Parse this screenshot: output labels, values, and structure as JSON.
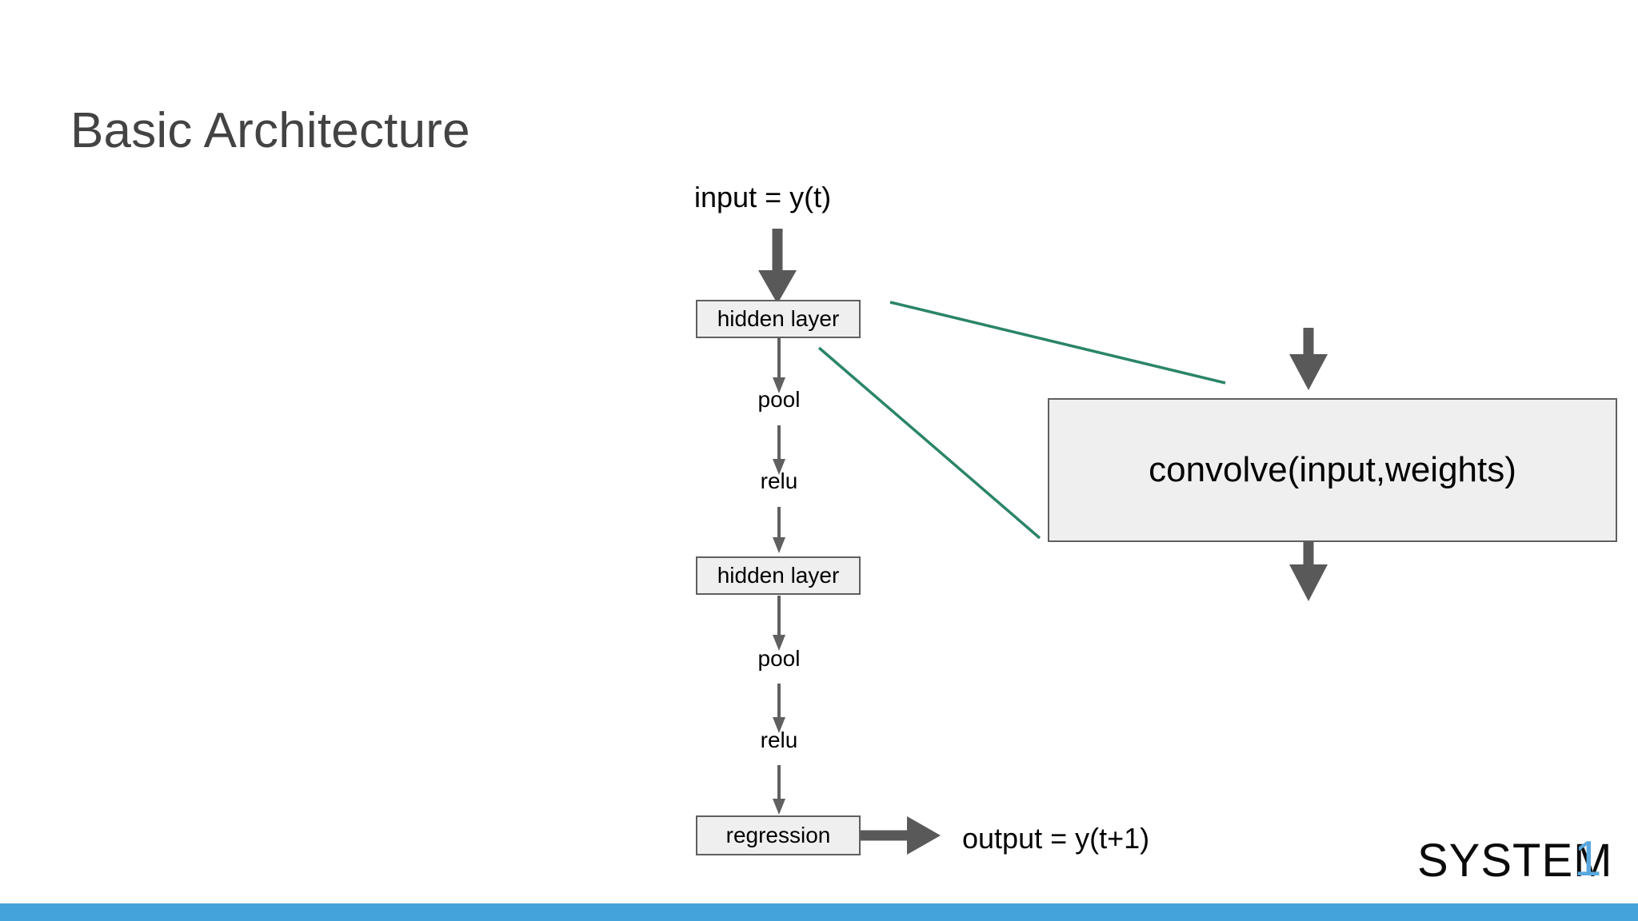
{
  "slide": {
    "title": "Basic Architecture",
    "background": "#ffffff"
  },
  "colors": {
    "title_text": "#434343",
    "box_fill": "#efefef",
    "box_border": "#5f5f5f",
    "thick_arrow": "#595959",
    "thin_arrow": "#606060",
    "connector_green": "#2a8566",
    "bottom_bar_blue": "#45a3dc",
    "logo_black": "#0b0b0b",
    "logo_blue": "#5aa7dd"
  },
  "diagram": {
    "input_label": "input = y(t)",
    "output_label": "output = y(t+1)",
    "pipeline": [
      {
        "id": "hidden-layer-1",
        "label": "hidden layer",
        "kind": "box"
      },
      {
        "id": "pool-1",
        "label": "pool",
        "kind": "text"
      },
      {
        "id": "relu-1",
        "label": "relu",
        "kind": "text"
      },
      {
        "id": "hidden-layer-2",
        "label": "hidden layer",
        "kind": "box"
      },
      {
        "id": "pool-2",
        "label": "pool",
        "kind": "text"
      },
      {
        "id": "relu-2",
        "label": "relu",
        "kind": "text"
      },
      {
        "id": "regression",
        "label": "regression",
        "kind": "box"
      }
    ],
    "detail_box": {
      "label": "convolve(input,weights)"
    }
  },
  "logo": {
    "word": "SYSTEM",
    "numeral": "1"
  }
}
